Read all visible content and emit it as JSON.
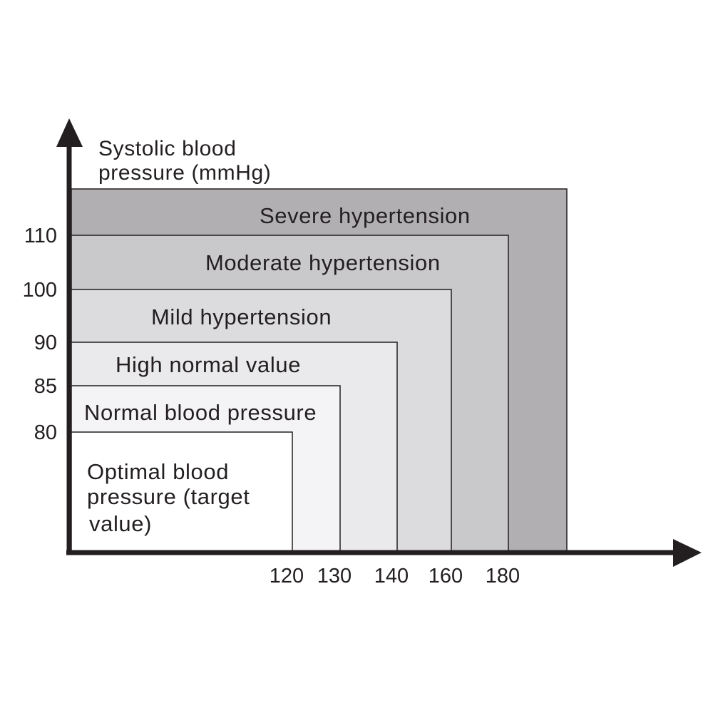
{
  "chart_data": {
    "type": "area",
    "title": "",
    "ylabel_lines": [
      "Systolic blood",
      "pressure (mmHg)"
    ],
    "xlabel": "",
    "x_ticks": [
      "120",
      "130",
      "140",
      "160",
      "180"
    ],
    "y_ticks": [
      "80",
      "85",
      "90",
      "100",
      "110"
    ],
    "zones": [
      {
        "label_lines": [
          "Severe hypertension"
        ],
        "x_max": null,
        "y_max": null,
        "color": "#b1afb2"
      },
      {
        "label_lines": [
          "Moderate hypertension"
        ],
        "x_max": 180,
        "y_max": 110,
        "color": "#c9c8cb"
      },
      {
        "label_lines": [
          "Mild hypertension"
        ],
        "x_max": 160,
        "y_max": 100,
        "color": "#dcdbdd"
      },
      {
        "label_lines": [
          "High normal value"
        ],
        "x_max": 140,
        "y_max": 90,
        "color": "#eae9eb"
      },
      {
        "label_lines": [
          "Normal blood pressure"
        ],
        "x_max": 130,
        "y_max": 85,
        "color": "#f4f3f5"
      },
      {
        "label_lines": [
          "Optimal blood",
          "pressure (target",
          "value)"
        ],
        "x_max": 120,
        "y_max": 80,
        "color": "#ffffff"
      }
    ]
  }
}
